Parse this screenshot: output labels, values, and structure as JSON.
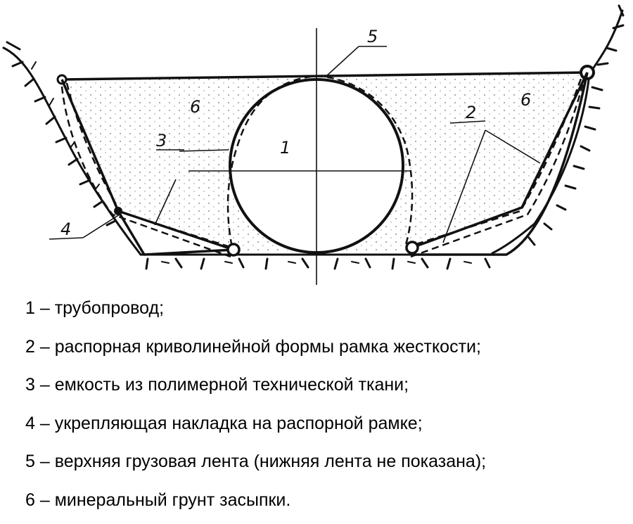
{
  "diagram": {
    "callouts": {
      "c1": "1",
      "c2": "2",
      "c3": "3",
      "c4": "4",
      "c5": "5",
      "c6_left": "6",
      "c6_right": "6"
    }
  },
  "legend": {
    "items": [
      "1 – трубопровод;",
      "2 – распорная криволинейной формы рамка жесткости;",
      "3 – емкость из полимерной технической ткани;",
      "4 – укрепляющая накладка на распорной рамке;",
      "5 – верхняя грузовая лента (нижняя лента не показана);",
      "6 – минеральный грунт засыпки."
    ]
  }
}
